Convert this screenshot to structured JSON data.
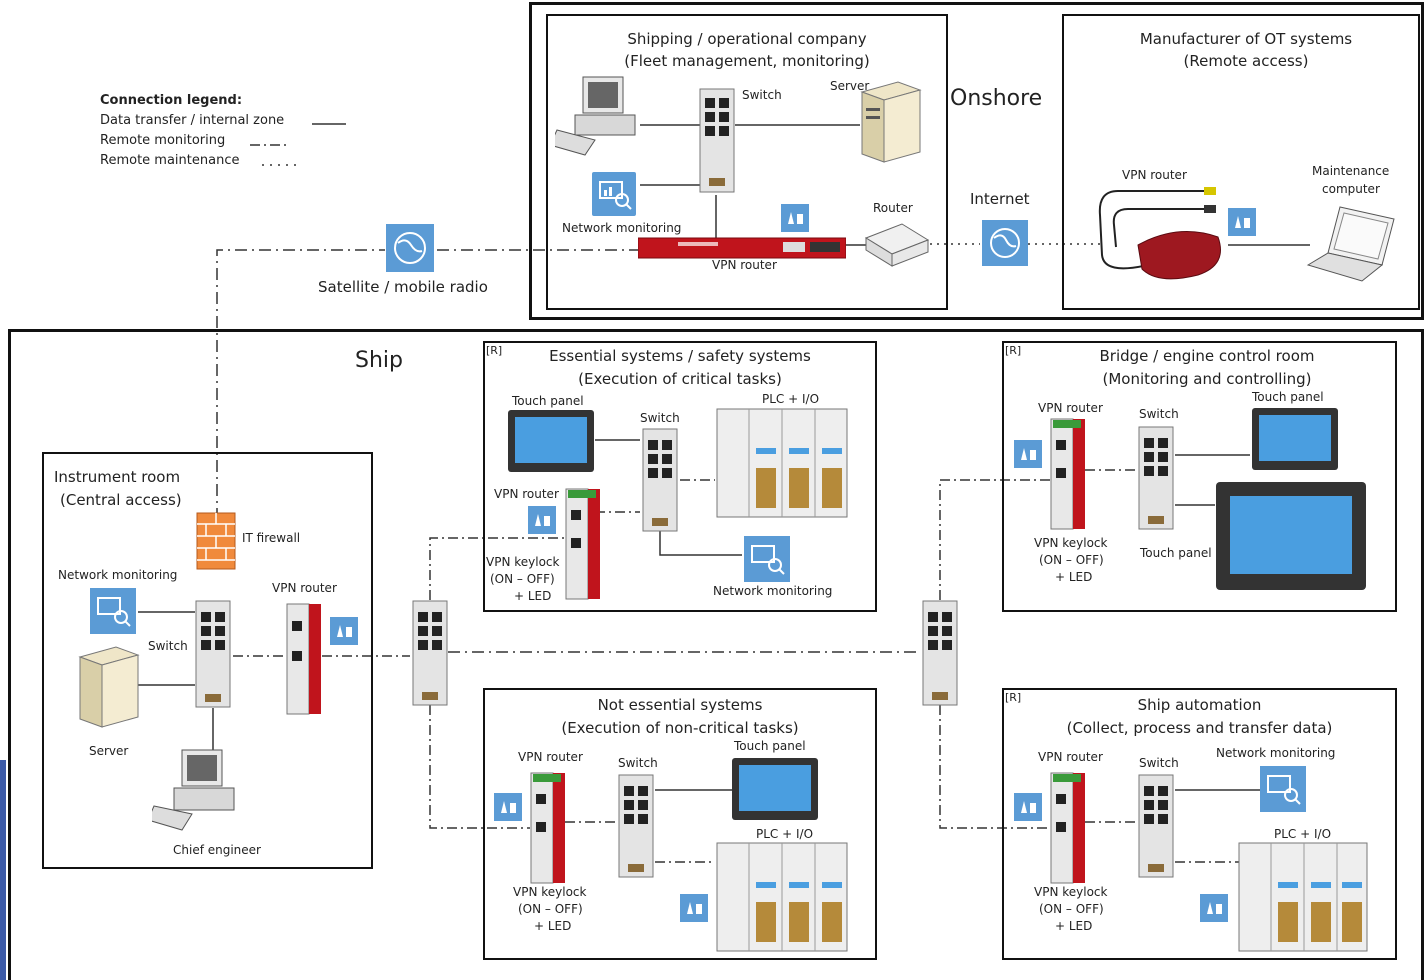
{
  "legend": {
    "title": "Connection legend:",
    "items": [
      "Data transfer / internal zone",
      "Remote monitoring",
      "Remote maintenance"
    ]
  },
  "onshore": {
    "label": "Onshore",
    "shipping": {
      "title": "Shipping / operational company",
      "subtitle": "(Fleet management, monitoring)",
      "switch": "Switch",
      "server": "Server",
      "network_monitoring": "Network monitoring",
      "router": "Router",
      "vpn_router": "VPN router"
    },
    "manufacturer": {
      "title": "Manufacturer of OT systems",
      "subtitle": "(Remote access)",
      "vpn_router": "VPN router",
      "maintenance_computer_1": "Maintenance",
      "maintenance_computer_2": "computer"
    },
    "internet": "Internet"
  },
  "satellite": "Satellite / mobile radio",
  "ship": {
    "label": "Ship",
    "instrument_room": {
      "title": "Instrument room",
      "subtitle": "(Central access)",
      "it_firewall": "IT firewall",
      "network_monitoring": "Network monitoring",
      "vpn_router": "VPN router",
      "switch": "Switch",
      "server": "Server",
      "chief_engineer": "Chief engineer"
    },
    "essential": {
      "tag": "[R]",
      "title": "Essential systems / safety systems",
      "subtitle": "(Execution of critical tasks)",
      "touch_panel": "Touch panel",
      "switch": "Switch",
      "plc": "PLC + I/O",
      "vpn_router": "VPN router",
      "keylock_1": "VPN keylock",
      "keylock_2": "(ON – OFF)",
      "keylock_3": "+ LED",
      "network_monitoring": "Network monitoring"
    },
    "bridge": {
      "tag": "[R]",
      "title": "Bridge / engine control room",
      "subtitle": "(Monitoring and controlling)",
      "vpn_router": "VPN router",
      "switch": "Switch",
      "touch_panel_top": "Touch panel",
      "touch_panel": "Touch panel",
      "keylock_1": "VPN keylock",
      "keylock_2": "(ON – OFF)",
      "keylock_3": "+ LED"
    },
    "not_essential": {
      "title": "Not essential systems",
      "subtitle": "(Execution of non-critical tasks)",
      "vpn_router": "VPN router",
      "switch": "Switch",
      "touch_panel": "Touch panel",
      "plc": "PLC + I/O",
      "keylock_1": "VPN keylock",
      "keylock_2": "(ON – OFF)",
      "keylock_3": "+ LED"
    },
    "automation": {
      "tag": "[R]",
      "title": "Ship automation",
      "subtitle": "(Collect, process and transfer data)",
      "vpn_router": "VPN router",
      "switch": "Switch",
      "network_monitoring": "Network monitoring",
      "plc": "PLC + I/O",
      "keylock_1": "VPN keylock",
      "keylock_2": "(ON – OFF)",
      "keylock_3": "+ LED"
    }
  },
  "colors": {
    "accent_blue": "#5b9bd5",
    "router_red": "#c0141c",
    "firewall_orange": "#f08a3c"
  }
}
